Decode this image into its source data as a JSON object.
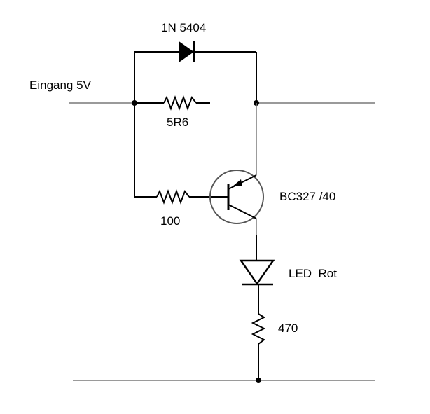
{
  "diagram": {
    "labels": {
      "input": "Eingang 5V",
      "diode": "1N 5404",
      "shunt_resistor": "5R6",
      "base_resistor": "100",
      "transistor": "BC327 /40",
      "led": "LED  Rot",
      "led_resistor": "470"
    },
    "colors": {
      "wire": "#000000",
      "rail": "#9a9a9a",
      "background": "#ffffff"
    }
  }
}
